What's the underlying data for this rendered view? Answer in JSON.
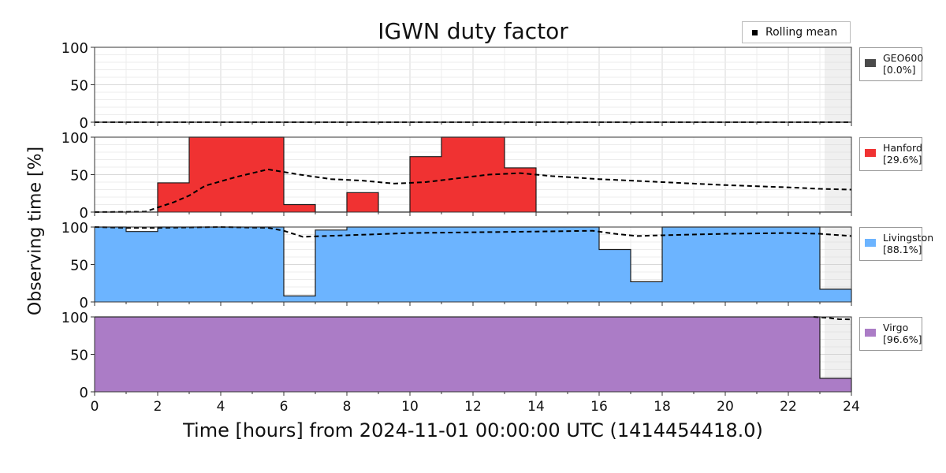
{
  "chart_data": {
    "type": "bar",
    "title": "IGWN duty factor",
    "ylabel": "Observing time [%]",
    "xlabel": "Time [hours] from 2024-11-01 00:00:00 UTC (1414454418.0)",
    "xlim": [
      0,
      24
    ],
    "ylim": [
      0,
      100
    ],
    "x_ticks": [
      0,
      2,
      4,
      6,
      8,
      10,
      12,
      14,
      16,
      18,
      20,
      22,
      24
    ],
    "y_ticks": [
      0,
      50,
      100
    ],
    "grid": true,
    "legend": {
      "label": "Rolling mean",
      "placement": "top-right"
    },
    "future_shaded_from_hour": 23.15,
    "panels": [
      {
        "name": "GEO600",
        "pct_label": "[0.0%]",
        "color": "#4a4a4a",
        "hourly_values": [
          0,
          0,
          0,
          0,
          0,
          0,
          0,
          0,
          0,
          0,
          0,
          0,
          0,
          0,
          0,
          0,
          0,
          0,
          0,
          0,
          0,
          0,
          0,
          0
        ],
        "last_partial_value": 0,
        "rolling_mean": [
          [
            0,
            0
          ],
          [
            24,
            0
          ]
        ]
      },
      {
        "name": "Hanford",
        "pct_label": "[29.6%]",
        "color": "#f03232",
        "hourly_values": [
          0,
          0,
          39,
          100,
          100,
          100,
          10,
          0,
          26,
          0,
          74,
          100,
          100,
          59,
          0,
          0,
          0,
          0,
          0,
          0,
          0,
          0,
          0,
          0
        ],
        "last_partial_value": 0,
        "rolling_mean": [
          [
            0,
            0
          ],
          [
            1.6,
            0.5
          ],
          [
            2.5,
            13
          ],
          [
            3,
            22
          ],
          [
            3.5,
            35
          ],
          [
            4.5,
            47
          ],
          [
            5.5,
            57
          ],
          [
            6.5,
            50
          ],
          [
            7.5,
            44
          ],
          [
            8.5,
            42
          ],
          [
            9.5,
            38
          ],
          [
            10.5,
            40
          ],
          [
            11.5,
            45
          ],
          [
            12.5,
            50
          ],
          [
            13.5,
            52
          ],
          [
            14.5,
            48
          ],
          [
            16,
            44
          ],
          [
            18,
            40
          ],
          [
            20,
            36
          ],
          [
            22,
            33
          ],
          [
            23,
            31
          ],
          [
            24,
            30
          ]
        ]
      },
      {
        "name": "Livingston",
        "pct_label": "[88.1%]",
        "color": "#6cb4ff",
        "hourly_values": [
          100,
          94,
          100,
          100,
          100,
          100,
          8,
          96,
          100,
          100,
          100,
          100,
          100,
          100,
          100,
          100,
          70,
          27,
          100,
          100,
          100,
          100,
          100,
          17
        ],
        "last_partial_value": 17,
        "rolling_mean": [
          [
            0,
            100
          ],
          [
            1,
            99
          ],
          [
            2,
            99
          ],
          [
            4,
            100
          ],
          [
            5.5,
            99
          ],
          [
            6,
            95
          ],
          [
            6.6,
            87
          ],
          [
            8,
            89
          ],
          [
            10,
            92
          ],
          [
            12,
            93
          ],
          [
            14,
            94
          ],
          [
            15.8,
            95
          ],
          [
            16.5,
            91
          ],
          [
            17.2,
            88
          ],
          [
            18,
            89
          ],
          [
            20,
            91
          ],
          [
            22,
            92
          ],
          [
            23,
            91
          ],
          [
            24,
            88
          ]
        ]
      },
      {
        "name": "Virgo",
        "pct_label": "[96.6%]",
        "color": "#ab7cc6",
        "hourly_values": [
          100,
          100,
          100,
          100,
          100,
          100,
          100,
          100,
          100,
          100,
          100,
          100,
          100,
          100,
          100,
          100,
          100,
          100,
          100,
          100,
          100,
          100,
          100,
          18
        ],
        "last_partial_value": 18,
        "rolling_mean": [
          [
            22.8,
            100
          ],
          [
            23.2,
            99
          ],
          [
            23.6,
            97
          ],
          [
            24,
            96.6
          ]
        ]
      }
    ]
  }
}
